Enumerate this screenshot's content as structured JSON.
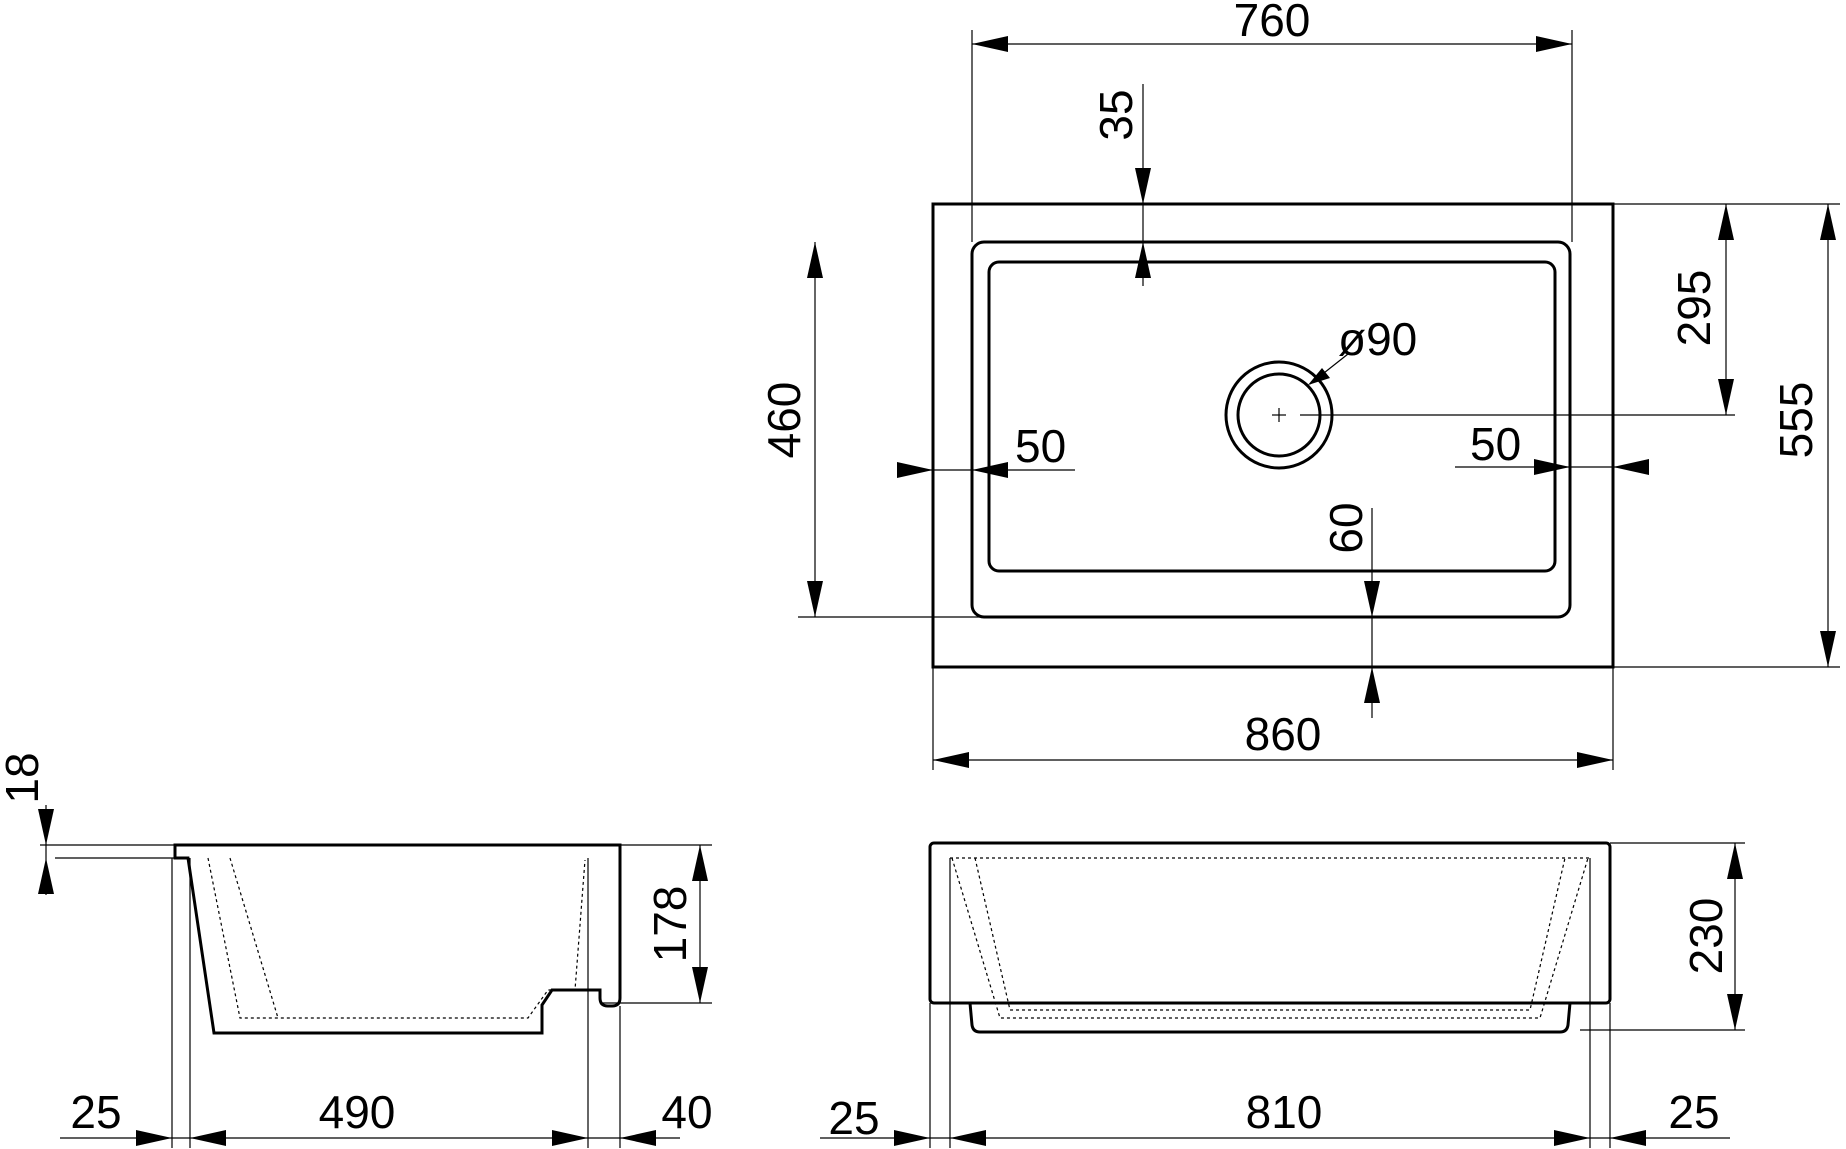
{
  "dimensions": {
    "top_view": {
      "inner_width": "760",
      "outer_width": "860",
      "rim_depth_front": "35",
      "bowl_depth": "460",
      "outer_depth": "555",
      "drain_offset": "295",
      "drain_diameter": "ø90",
      "side_rim_left": "50",
      "side_rim_right": "50",
      "front_rim": "60"
    },
    "side_view": {
      "rim_thickness": "18",
      "bowl_height": "178",
      "left_offset": "25",
      "depth": "490",
      "front_apron": "40"
    },
    "front_view": {
      "height": "230",
      "left_offset": "25",
      "bottom_width": "810",
      "right_offset": "25"
    }
  }
}
